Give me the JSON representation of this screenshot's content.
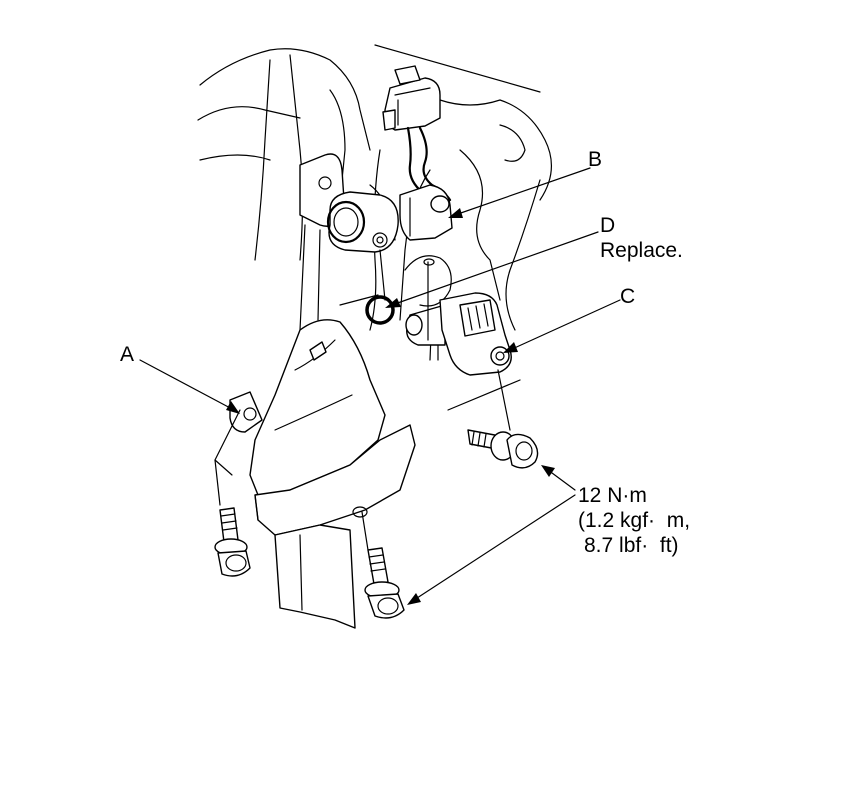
{
  "callouts": {
    "a": "A",
    "b": "B",
    "c": "C",
    "d": "D",
    "d_note": "Replace."
  },
  "torque": {
    "line1": "12 N·m",
    "line2": "(1.2 kgf·  m,",
    "line3": "8.7 lbf·  ft)"
  },
  "colors": {
    "line": "#000000",
    "background": "#ffffff"
  }
}
